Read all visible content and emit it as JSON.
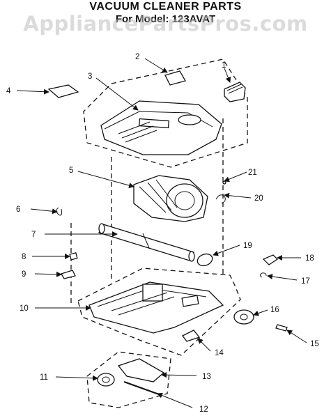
{
  "header": {
    "title": "VACUUM CLEANER PARTS",
    "subtitle": "For Model: 123AVAT",
    "watermark": "AppliancePartsPros.com"
  },
  "callouts": [
    "1",
    "2",
    "3",
    "4",
    "5",
    "6",
    "7",
    "8",
    "9",
    "10",
    "11",
    "12",
    "13",
    "14",
    "15",
    "16",
    "17",
    "18",
    "19",
    "20",
    "21"
  ]
}
